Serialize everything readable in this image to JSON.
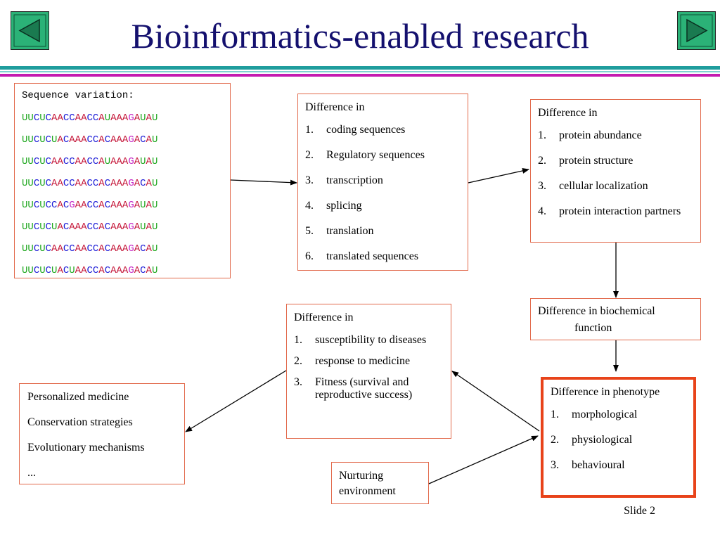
{
  "title": "Bioinformatics-enabled research",
  "nav": {
    "prev_icon": "triangle-left-icon",
    "next_icon": "triangle-right-icon"
  },
  "colors": {
    "title": "#14106e",
    "box_border": "#e26a4c",
    "phenotype_border": "#e8431a",
    "band_teal": "#1f9d9d",
    "band_magenta": "#c41bb0",
    "base_U": "#1fa71f",
    "base_C": "#1a1ad6",
    "base_A": "#c5183a",
    "base_G": "#c528c5"
  },
  "sequence_box": {
    "header": "Sequence variation:",
    "lines": [
      "UUCUCAACCAACCAUAAAGAUAU",
      "UUCUCUACAAACCACAAAGACAU",
      "UUCUCAACCAACCAUAAAGAUAU",
      "UUCUCAACCAACCACAAAGACAU",
      "UUCUCCACGAACCACAAAGAUAU",
      "UUCUCUACAAACCACAAAGAUAU",
      "UUCUCAACCAACCACAAAGACAU",
      "UUCUCUACUAACCACAAAGACAU"
    ]
  },
  "sequences_box": {
    "header": "Difference in",
    "items": [
      "coding sequences",
      "Regulatory sequences",
      "transcription",
      "splicing",
      "translation",
      "translated sequences"
    ]
  },
  "protein_box": {
    "header": "Difference in",
    "items": [
      "protein abundance",
      "protein structure",
      "cellular localization",
      "protein interaction partners"
    ]
  },
  "biochem_box": {
    "line1": "Difference in biochemical",
    "line2": "function"
  },
  "phenotype_box": {
    "header": "Difference in phenotype",
    "items": [
      "morphological",
      "physiological",
      "behavioural"
    ]
  },
  "disease_box": {
    "header": "Difference in",
    "items": [
      "susceptibility to diseases",
      "response to medicine",
      "Fitness (survival and reproductive success)"
    ]
  },
  "applications_box": {
    "items": [
      "Personalized medicine",
      "Conservation strategies",
      "Evolutionary mechanisms",
      "..."
    ]
  },
  "environment_box": {
    "text": "Nurturing environment"
  },
  "slide_label": "Slide 2"
}
